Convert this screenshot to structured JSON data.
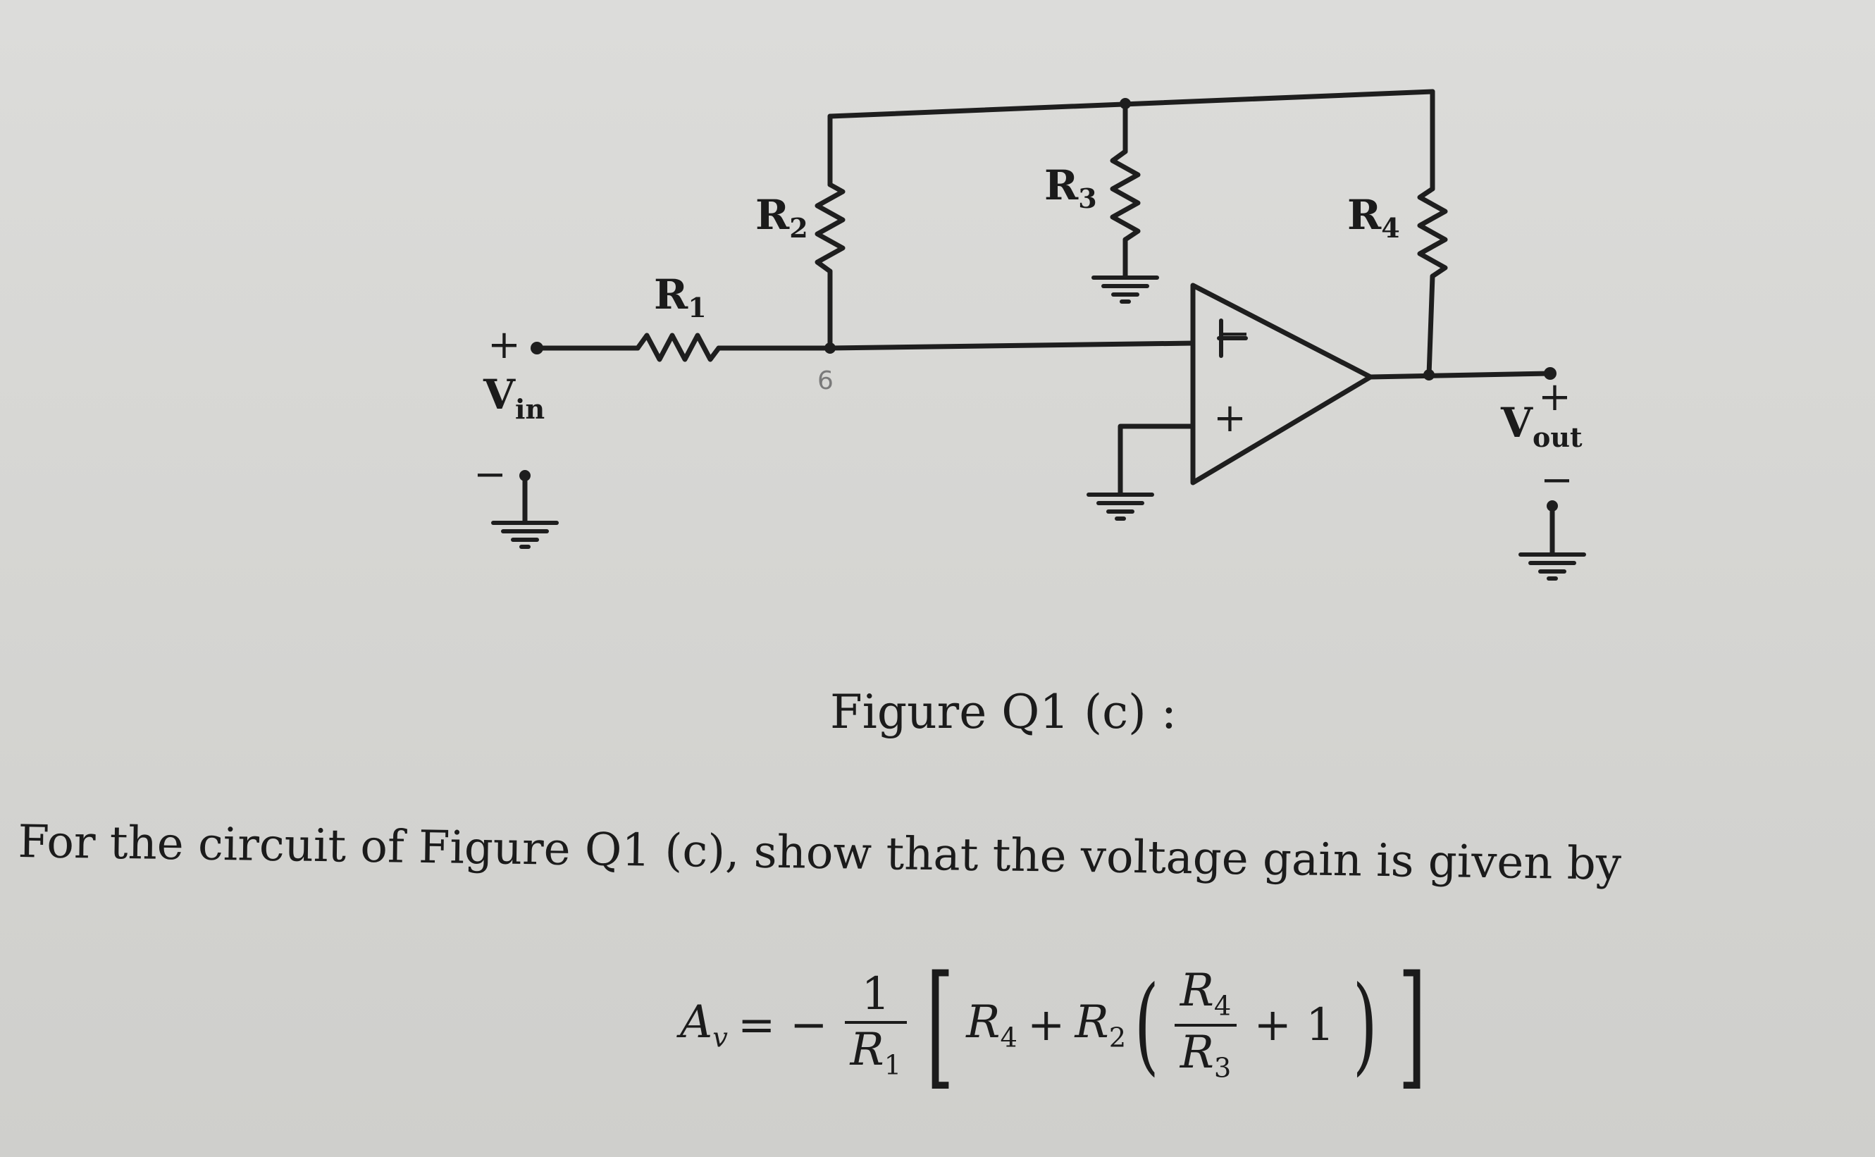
{
  "circuit": {
    "labels": {
      "r1": {
        "main": "R",
        "sub": "1"
      },
      "r2": {
        "main": "R",
        "sub": "2"
      },
      "r3": {
        "main": "R",
        "sub": "3"
      },
      "r4": {
        "main": "R",
        "sub": "4"
      },
      "vin": {
        "main": "V",
        "sub": "in"
      },
      "vout": {
        "main": "V",
        "sub": "out"
      },
      "vin_plus": "+",
      "vin_minus": "−",
      "vout_plus": "+",
      "vout_minus": "−",
      "opamp_minus": "−",
      "opamp_plus": "+",
      "pencil_note": "6"
    }
  },
  "caption": "Figure Q1 (c) :",
  "question": "For the circuit of Figure Q1 (c), show that the voltage gain is given by",
  "formula": {
    "lhs_main": "A",
    "lhs_sub": "v",
    "equals": "= −",
    "coef_num": "1",
    "coef_den_main": "R",
    "coef_den_sub": "1",
    "term1_main": "R",
    "term1_sub": "4",
    "plus": "+",
    "term2_main": "R",
    "term2_sub": "2",
    "inner_num_main": "R",
    "inner_num_sub": "4",
    "inner_den_main": "R",
    "inner_den_sub": "3",
    "plus_one": "+ 1",
    "lbracket": "[",
    "rbracket": "]",
    "lparen": "(",
    "rparen": ")"
  }
}
